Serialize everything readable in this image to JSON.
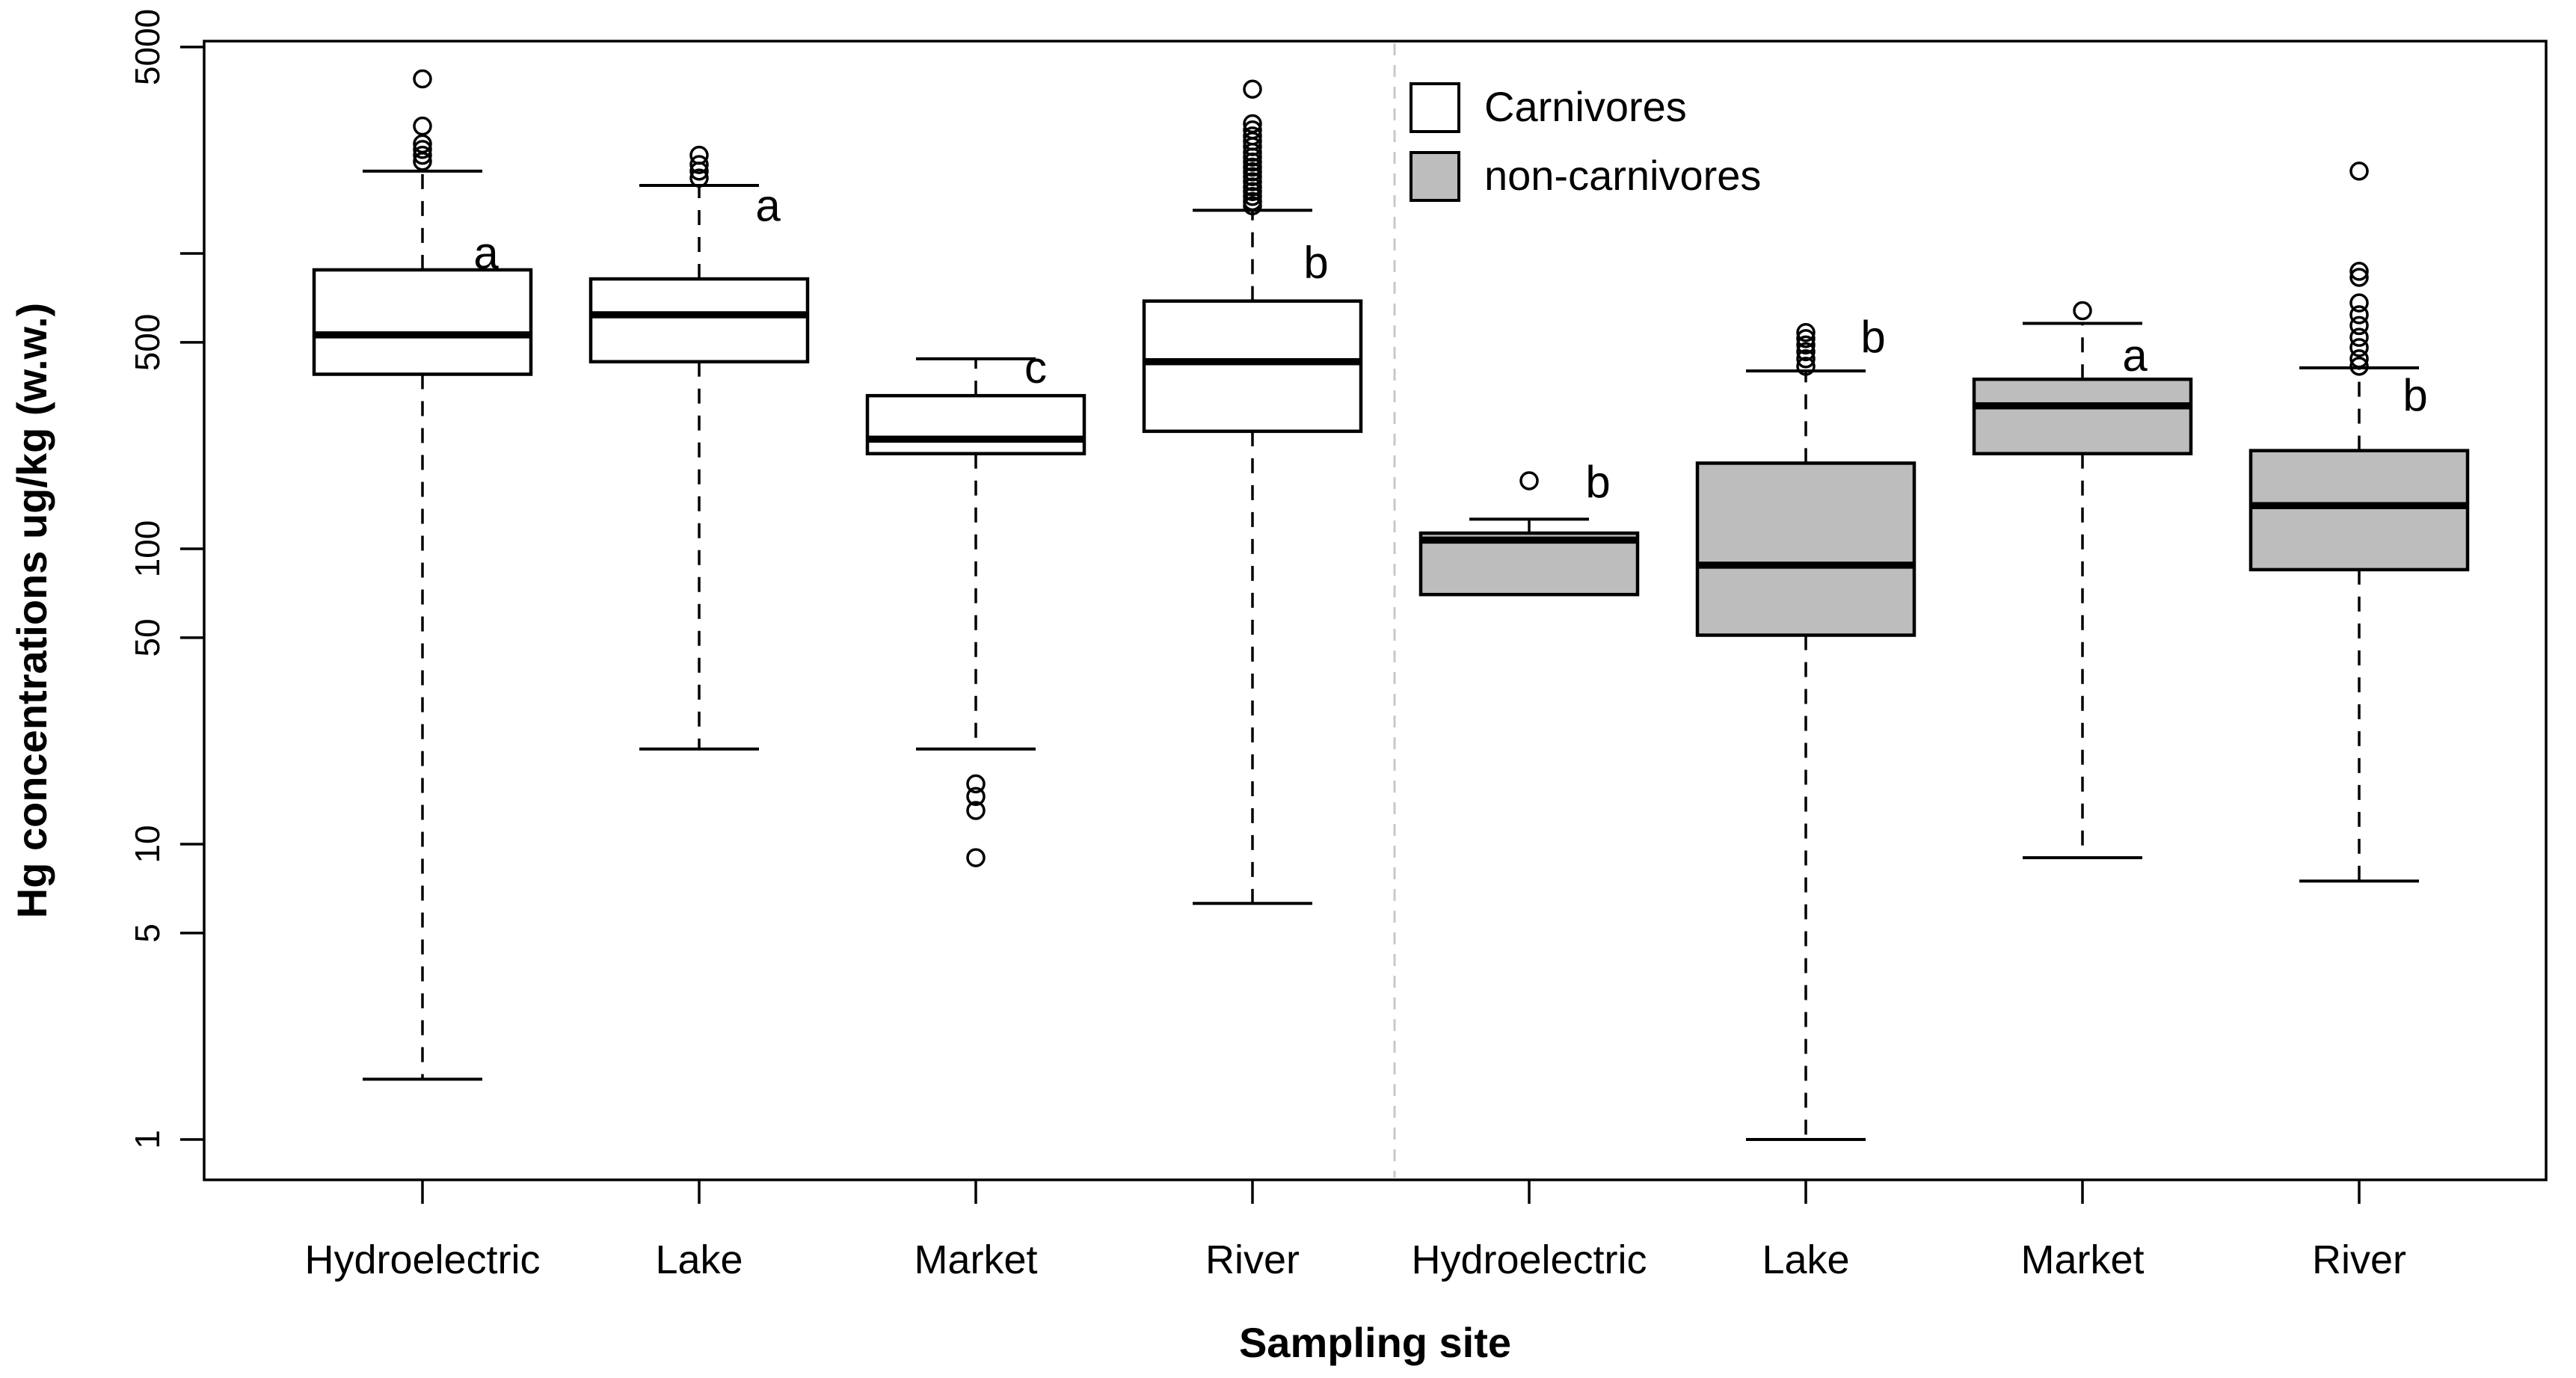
{
  "figure": {
    "background": "#ffffff",
    "frame_color": "#000000",
    "separator_color": "#c8c8c8",
    "legend": {
      "items": [
        {
          "label": "Carnivores",
          "fill": "#ffffff",
          "stroke": "#000000"
        },
        {
          "label": "non-carnivores",
          "fill": "#bdbdbd",
          "stroke": "#000000"
        }
      ]
    }
  },
  "chart_data": {
    "type": "boxplot",
    "title": "",
    "xlabel": "Sampling site",
    "ylabel": "Hg concentrations ug/kg (w.w.)",
    "y_scale": "log",
    "ylim": [
      0.8,
      6000
    ],
    "grid": false,
    "legend_position": "top-right-inside",
    "y_ticks": [
      {
        "value": 5000,
        "label": "5000"
      },
      {
        "value": 1000,
        "label": ""
      },
      {
        "value": 500,
        "label": "500"
      },
      {
        "value": 100,
        "label": "100"
      },
      {
        "value": 50,
        "label": "50"
      },
      {
        "value": 10,
        "label": "10"
      },
      {
        "value": 5,
        "label": "5"
      },
      {
        "value": 1,
        "label": "1"
      }
    ],
    "categories": [
      "Hydroelectric",
      "Lake",
      "Market",
      "River",
      "Hydroelectric",
      "Lake",
      "Market",
      "River"
    ],
    "groups": [
      {
        "site": "Hydroelectric",
        "diet": "Carnivores",
        "fill": "#ffffff",
        "letter": "a",
        "letter_dx": 55,
        "letter_value": 1000,
        "whisker_low": 1.6,
        "q1": 390,
        "median": 530,
        "q3": 880,
        "whisker_high": 1900,
        "outliers": [
          2050,
          2150,
          2250,
          2350,
          2700,
          3900
        ]
      },
      {
        "site": "Lake",
        "diet": "Carnivores",
        "fill": "#ffffff",
        "letter": "a",
        "letter_dx": 62,
        "letter_value": 1450,
        "whisker_low": 21,
        "q1": 430,
        "median": 620,
        "q3": 820,
        "whisker_high": 1700,
        "outliers": [
          1800,
          1900,
          2000,
          2150
        ]
      },
      {
        "site": "Market",
        "diet": "Carnivores",
        "fill": "#ffffff",
        "letter": "c",
        "letter_dx": 50,
        "letter_value": 410,
        "whisker_low": 21,
        "q1": 210,
        "median": 235,
        "q3": 330,
        "whisker_high": 440,
        "outliers": [
          16,
          14.5,
          13,
          9
        ]
      },
      {
        "site": "River",
        "diet": "Carnivores",
        "fill": "#ffffff",
        "letter": "b",
        "letter_dx": 55,
        "letter_value": 930,
        "whisker_low": 6.3,
        "q1": 250,
        "median": 430,
        "q3": 690,
        "whisker_high": 1400,
        "outliers": [
          1450,
          1500,
          1560,
          1620,
          1680,
          1750,
          1820,
          1890,
          1960,
          2040,
          2120,
          2200,
          2300,
          2400,
          2500,
          2620,
          2750,
          3600
        ]
      },
      {
        "site": "Hydroelectric",
        "diet": "non-carnivores",
        "fill": "#bdbdbd",
        "letter": "b",
        "letter_dx": 62,
        "letter_value": 168,
        "whisker_low": null,
        "q1": 70,
        "median": 107,
        "q3": 113,
        "whisker_high": 126,
        "outliers": [
          170
        ]
      },
      {
        "site": "Lake",
        "diet": "non-carnivores",
        "fill": "#bdbdbd",
        "letter": "b",
        "letter_dx": 60,
        "letter_value": 520,
        "whisker_low": 1.0,
        "q1": 51,
        "median": 88,
        "q3": 195,
        "whisker_high": 400,
        "outliers": [
          415,
          440,
          465,
          490,
          515,
          540
        ]
      },
      {
        "site": "Market",
        "diet": "non-carnivores",
        "fill": "#bdbdbd",
        "letter": "a",
        "letter_dx": 40,
        "letter_value": 450,
        "whisker_low": 9,
        "q1": 210,
        "median": 305,
        "q3": 375,
        "whisker_high": 580,
        "outliers": [
          640
        ]
      },
      {
        "site": "River",
        "diet": "non-carnivores",
        "fill": "#bdbdbd",
        "letter": "b",
        "letter_dx": 45,
        "letter_value": 330,
        "whisker_low": 7.5,
        "q1": 85,
        "median": 140,
        "q3": 215,
        "whisker_high": 410,
        "outliers": [
          415,
          440,
          480,
          520,
          570,
          620,
          680,
          830,
          870,
          1900
        ]
      }
    ]
  }
}
